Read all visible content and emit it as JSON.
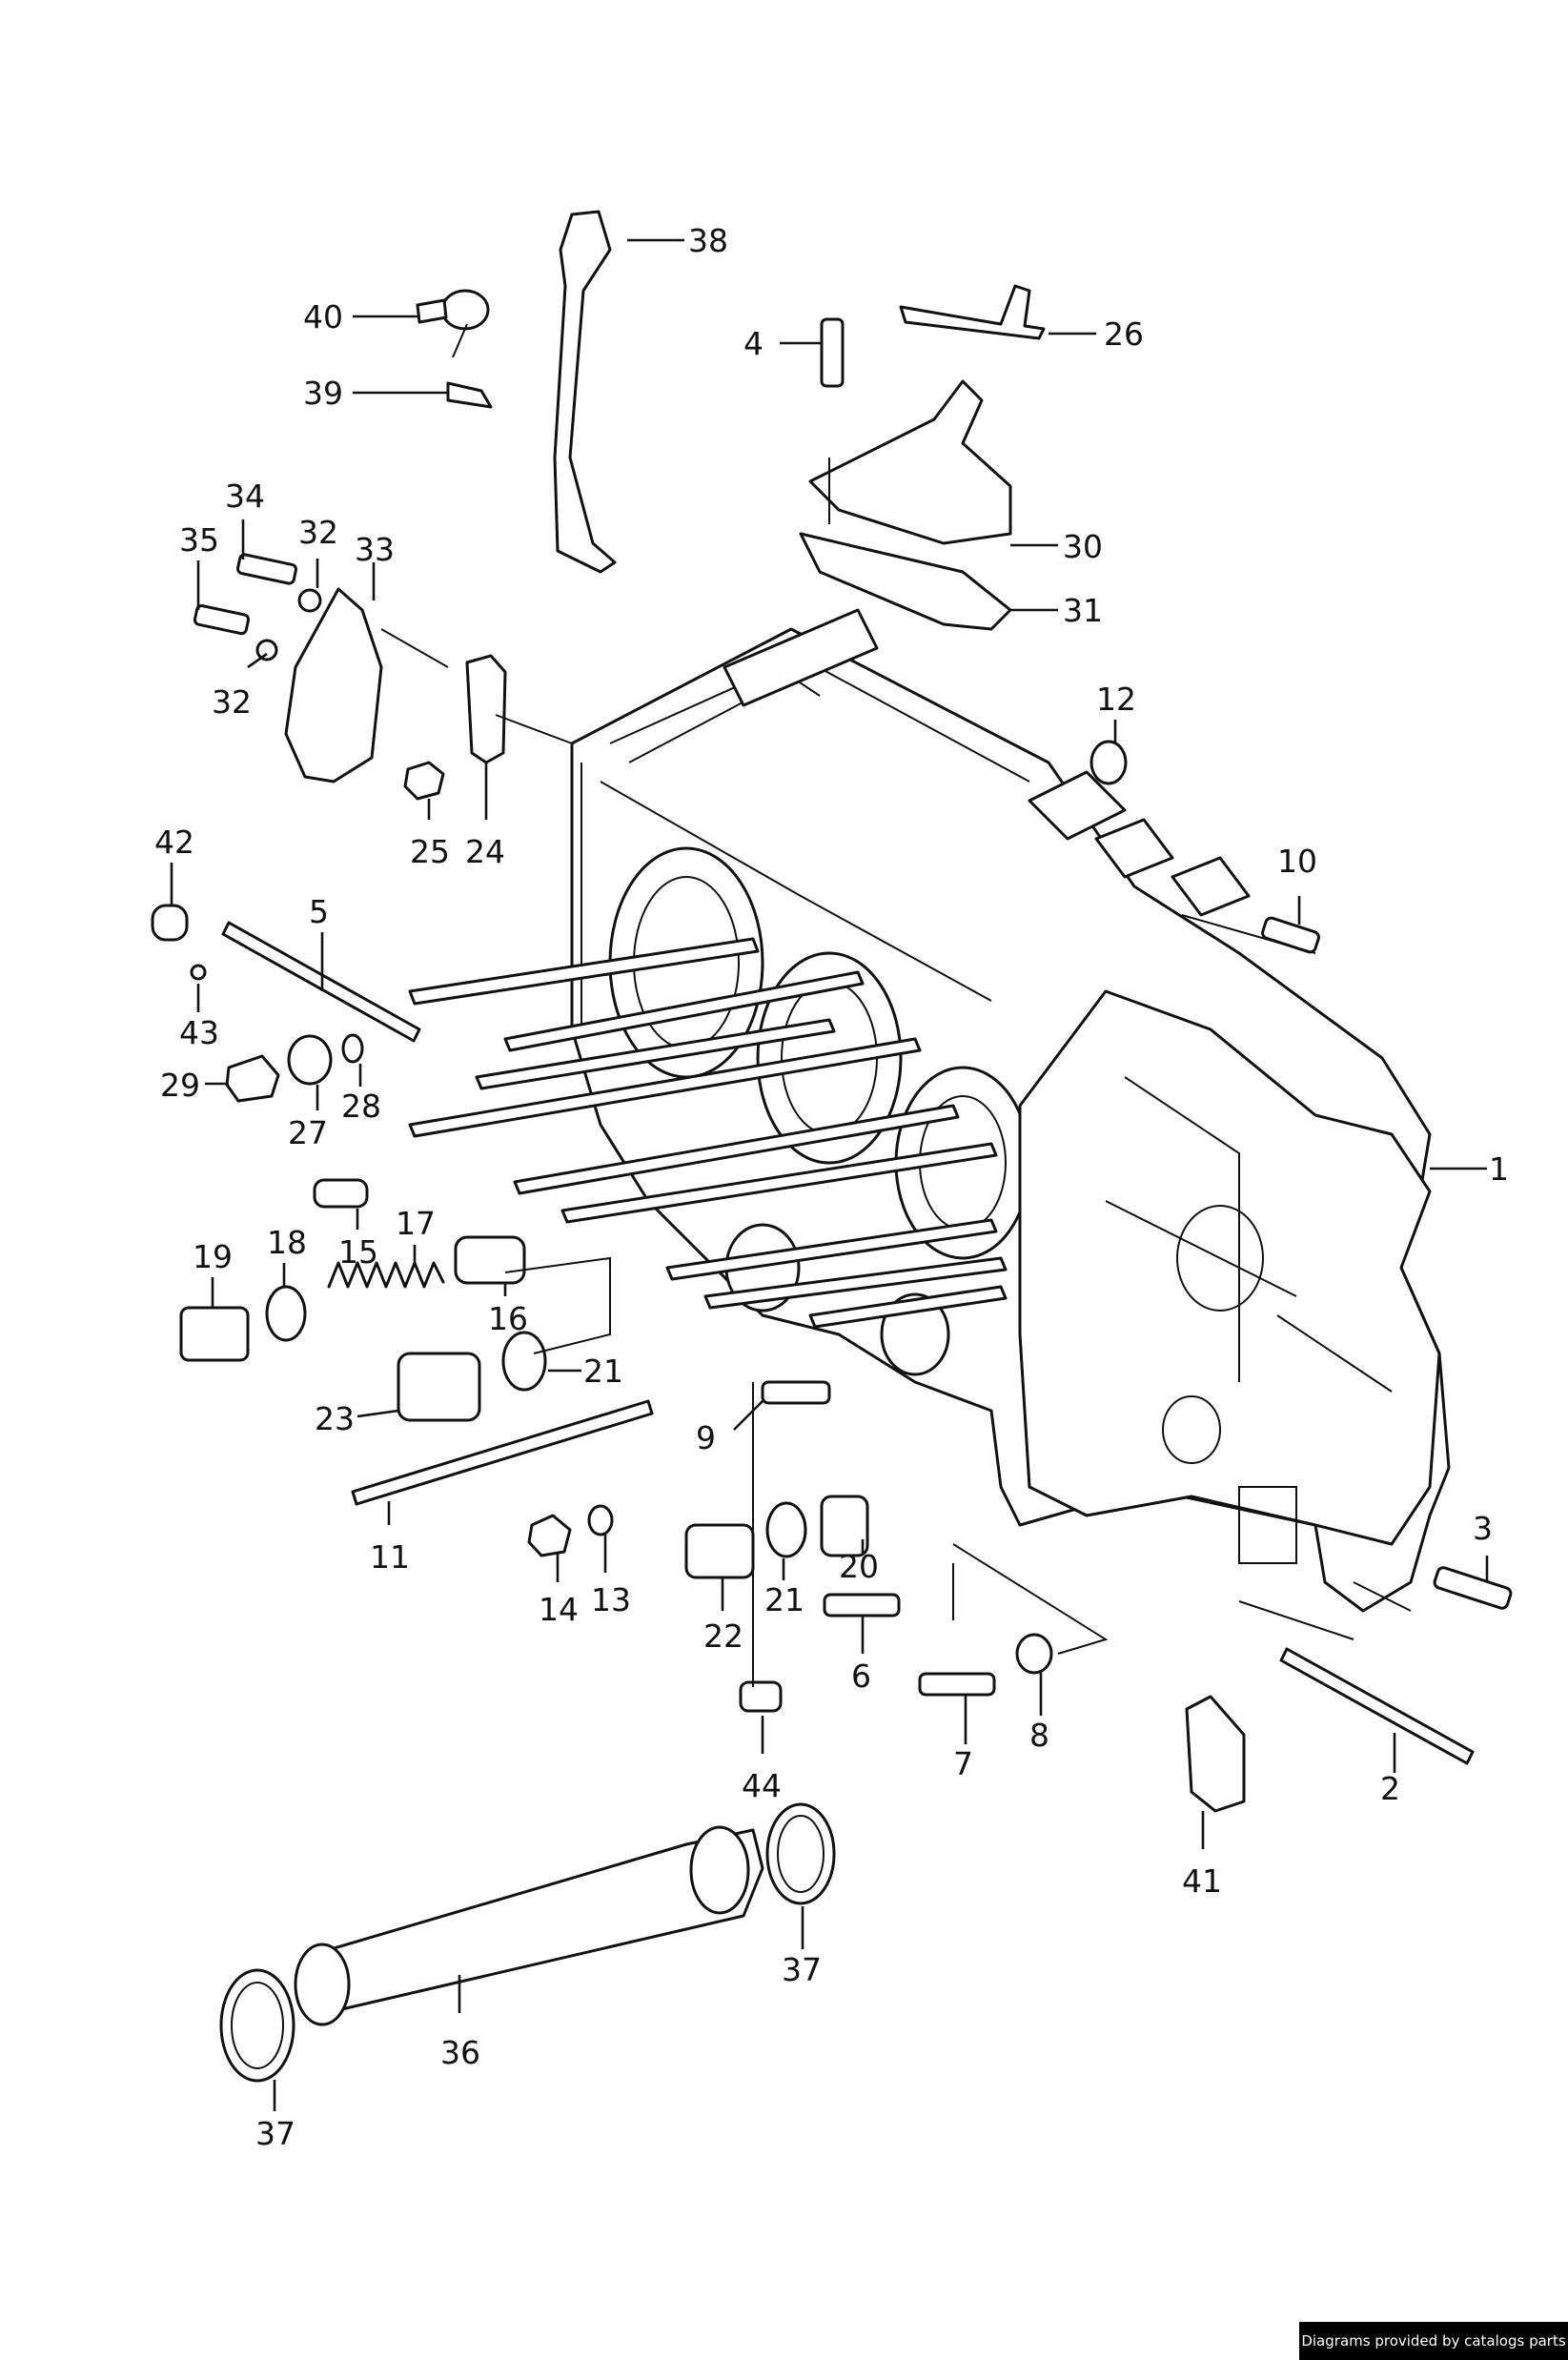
{
  "callouts": {
    "c1": "1",
    "c2": "2",
    "c3": "3",
    "c4": "4",
    "c5": "5",
    "c6": "6",
    "c7": "7",
    "c8": "8",
    "c9": "9",
    "c10": "10",
    "c11": "11",
    "c12": "12",
    "c13": "13",
    "c14": "14",
    "c15": "15",
    "c16": "16",
    "c17": "17",
    "c18": "18",
    "c19": "19",
    "c20": "20",
    "c21a": "21",
    "c21b": "21",
    "c22": "22",
    "c23": "23",
    "c24": "24",
    "c25": "25",
    "c26": "26",
    "c27": "27",
    "c28": "28",
    "c29": "29",
    "c30": "30",
    "c31": "31",
    "c32a": "32",
    "c32b": "32",
    "c33": "33",
    "c34": "34",
    "c35": "35",
    "c36": "36",
    "c37a": "37",
    "c37b": "37",
    "c38": "38",
    "c39": "39",
    "c40": "40",
    "c41": "41",
    "c42": "42",
    "c43": "43",
    "c44": "44"
  },
  "footer": {
    "credit": "Diagrams provided by catalogs parts"
  },
  "colors": {
    "ink": "#111111",
    "background": "#ffffff",
    "credit_bg": "#000000",
    "credit_text": "#ffffff"
  }
}
